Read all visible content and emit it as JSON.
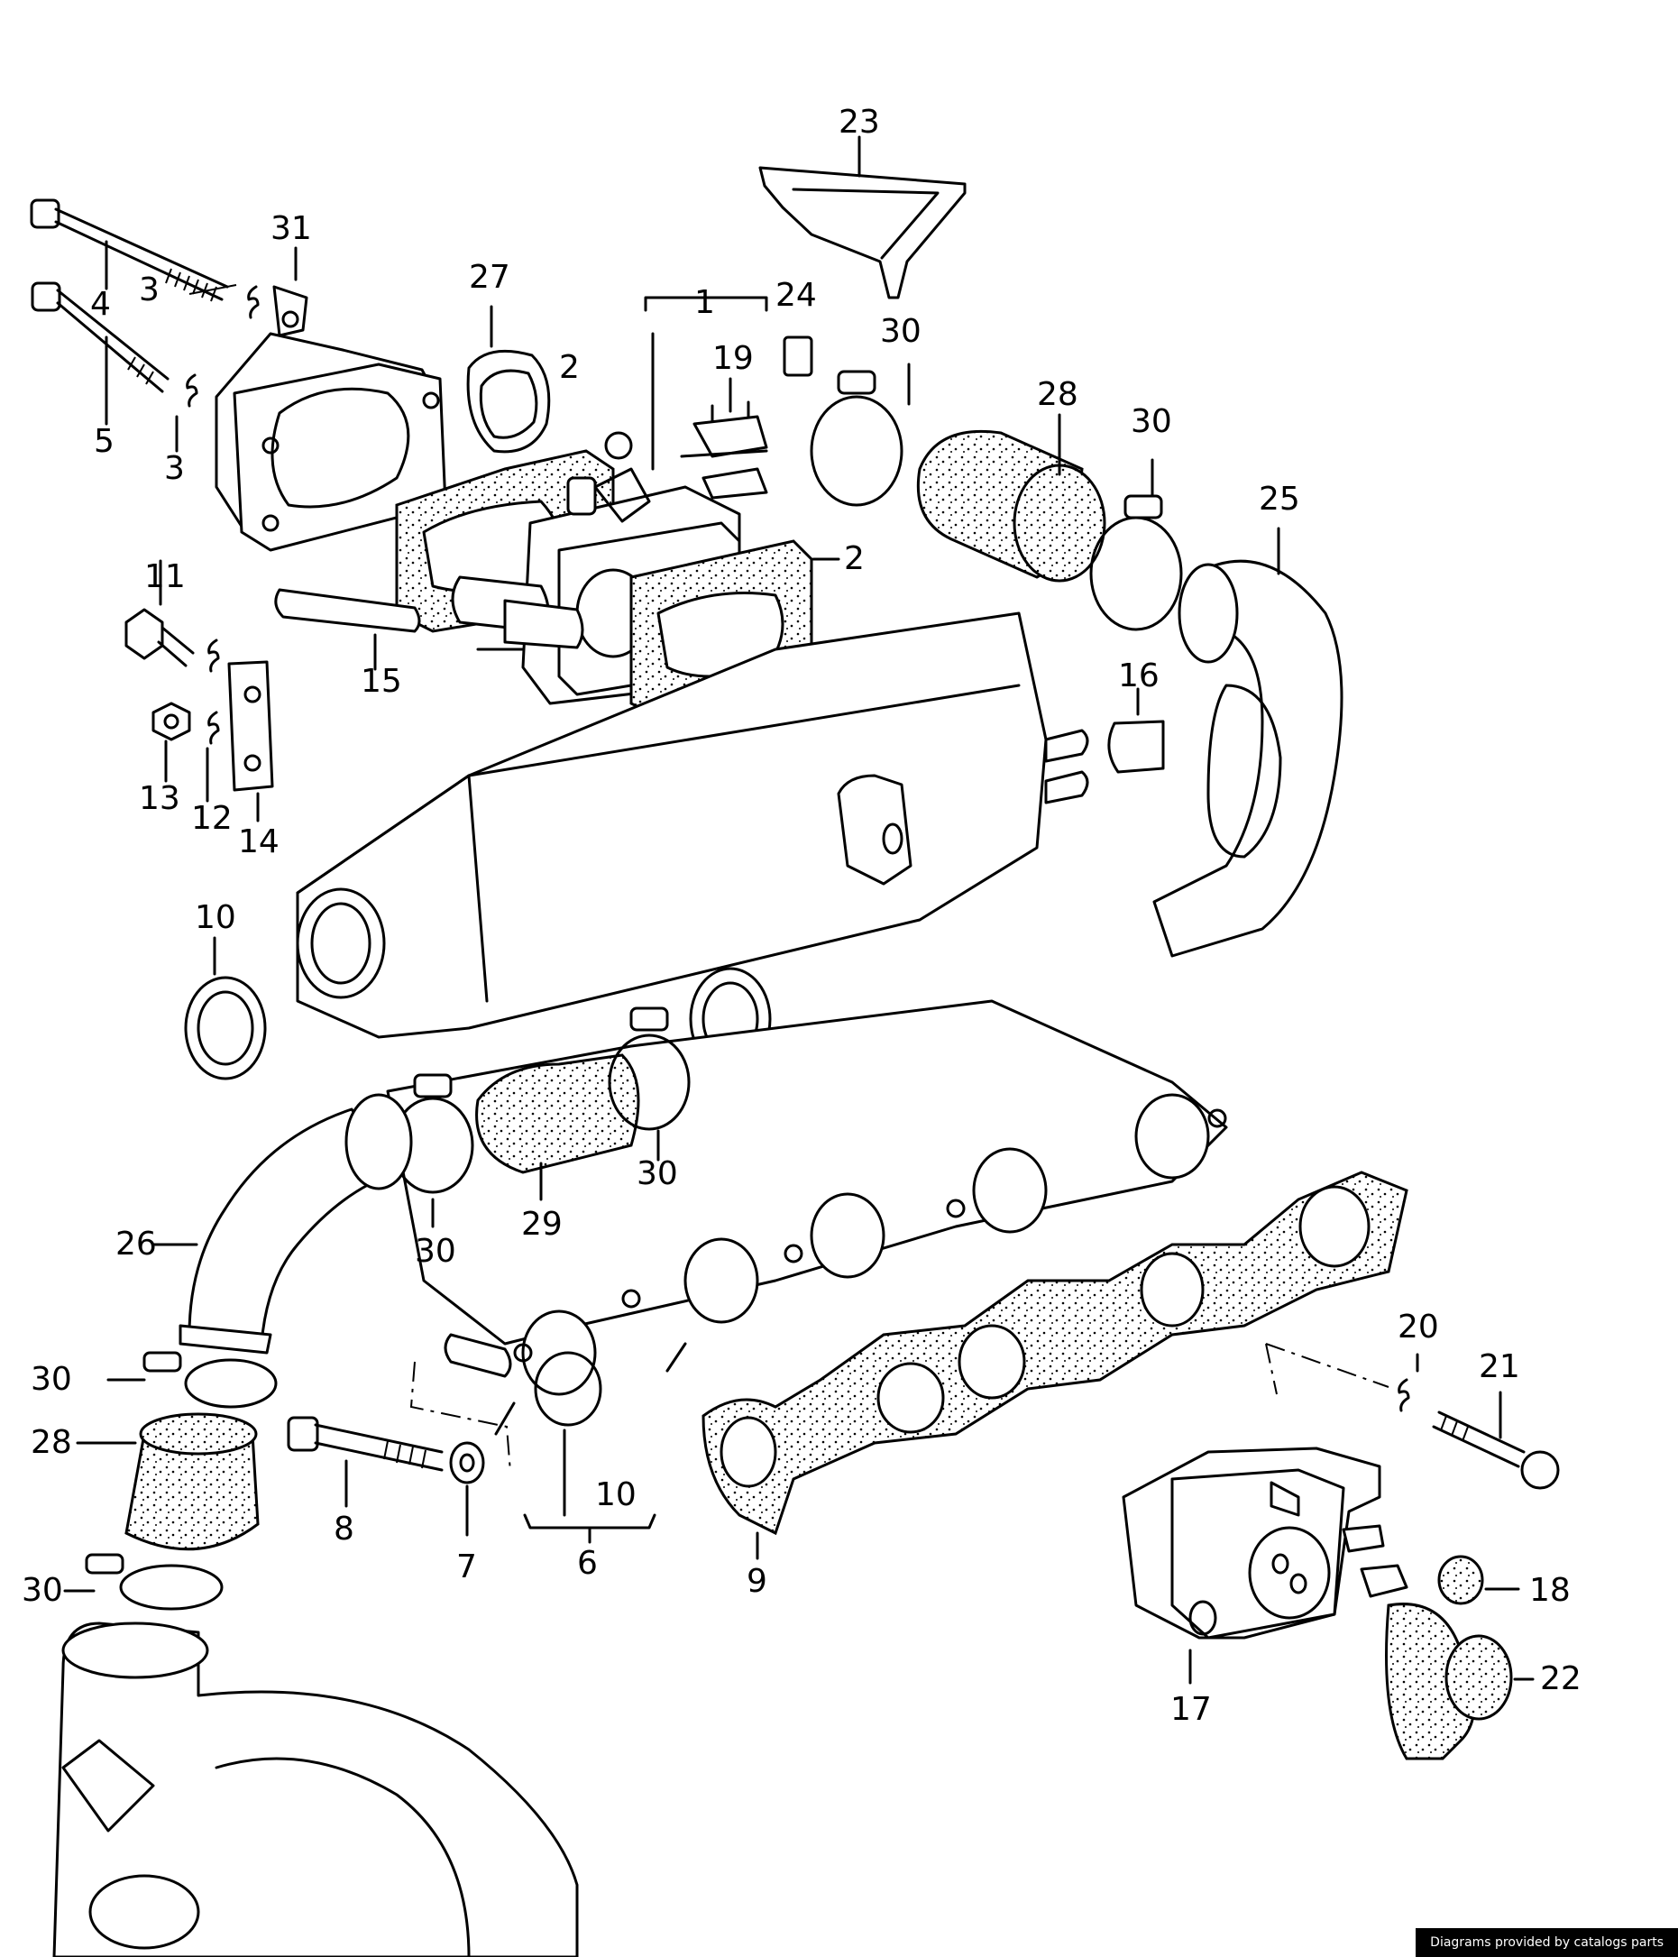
{
  "callouts": [
    {
      "id": "c23",
      "text": "23"
    },
    {
      "id": "c31",
      "text": "31"
    },
    {
      "id": "c4",
      "text": "4"
    },
    {
      "id": "c27",
      "text": "27"
    },
    {
      "id": "c1",
      "text": "1"
    },
    {
      "id": "c24",
      "text": "24"
    },
    {
      "id": "c30a",
      "text": "30"
    },
    {
      "id": "c3a",
      "text": "3"
    },
    {
      "id": "c19",
      "text": "19"
    },
    {
      "id": "c28a",
      "text": "28"
    },
    {
      "id": "c2a",
      "text": "2"
    },
    {
      "id": "c30b",
      "text": "30"
    },
    {
      "id": "c5",
      "text": "5"
    },
    {
      "id": "c3b",
      "text": "3"
    },
    {
      "id": "c25",
      "text": "25"
    },
    {
      "id": "c2b",
      "text": "2"
    },
    {
      "id": "c11",
      "text": "11"
    },
    {
      "id": "c15",
      "text": "15"
    },
    {
      "id": "c16",
      "text": "16"
    },
    {
      "id": "c13",
      "text": "13"
    },
    {
      "id": "c12",
      "text": "12"
    },
    {
      "id": "c14",
      "text": "14"
    },
    {
      "id": "c10a",
      "text": "10"
    },
    {
      "id": "c30c",
      "text": "30"
    },
    {
      "id": "c29",
      "text": "29"
    },
    {
      "id": "c26",
      "text": "26"
    },
    {
      "id": "c30d",
      "text": "30"
    },
    {
      "id": "c20",
      "text": "20"
    },
    {
      "id": "c21",
      "text": "21"
    },
    {
      "id": "c30e",
      "text": "30"
    },
    {
      "id": "c28b",
      "text": "28"
    },
    {
      "id": "c10b",
      "text": "10"
    },
    {
      "id": "c8",
      "text": "8"
    },
    {
      "id": "c7",
      "text": "7"
    },
    {
      "id": "c6",
      "text": "6"
    },
    {
      "id": "c9",
      "text": "9"
    },
    {
      "id": "c18",
      "text": "18"
    },
    {
      "id": "c30f",
      "text": "30"
    },
    {
      "id": "c22",
      "text": "22"
    },
    {
      "id": "c17",
      "text": "17"
    }
  ],
  "credit": "Diagrams provided by catalogs parts"
}
